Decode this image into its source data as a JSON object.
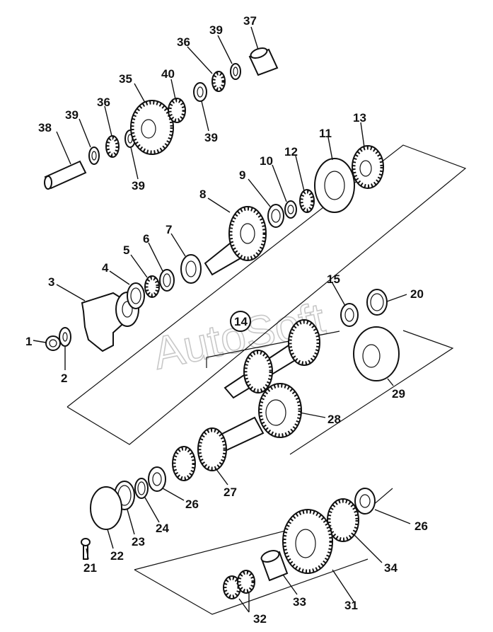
{
  "watermark": "AutoSoft",
  "callouts": [
    {
      "id": "c1",
      "text": "1"
    },
    {
      "id": "c2",
      "text": "2"
    },
    {
      "id": "c3",
      "text": "3"
    },
    {
      "id": "c4",
      "text": "4"
    },
    {
      "id": "c5",
      "text": "5"
    },
    {
      "id": "c6",
      "text": "6"
    },
    {
      "id": "c7",
      "text": "7"
    },
    {
      "id": "c8",
      "text": "8"
    },
    {
      "id": "c9",
      "text": "9"
    },
    {
      "id": "c10",
      "text": "10"
    },
    {
      "id": "c11",
      "text": "11"
    },
    {
      "id": "c12",
      "text": "12"
    },
    {
      "id": "c13",
      "text": "13"
    },
    {
      "id": "c14",
      "text": "14"
    },
    {
      "id": "c15",
      "text": "15"
    },
    {
      "id": "c20",
      "text": "20"
    },
    {
      "id": "c21",
      "text": "21"
    },
    {
      "id": "c22",
      "text": "22"
    },
    {
      "id": "c23",
      "text": "23"
    },
    {
      "id": "c24",
      "text": "24"
    },
    {
      "id": "c26a",
      "text": "26"
    },
    {
      "id": "c26b",
      "text": "26"
    },
    {
      "id": "c27",
      "text": "27"
    },
    {
      "id": "c28",
      "text": "28"
    },
    {
      "id": "c29",
      "text": "29"
    },
    {
      "id": "c31",
      "text": "31"
    },
    {
      "id": "c32",
      "text": "32"
    },
    {
      "id": "c33",
      "text": "33"
    },
    {
      "id": "c34",
      "text": "34"
    },
    {
      "id": "c35",
      "text": "35"
    },
    {
      "id": "c36a",
      "text": "36"
    },
    {
      "id": "c36b",
      "text": "36"
    },
    {
      "id": "c37",
      "text": "37"
    },
    {
      "id": "c38",
      "text": "38"
    },
    {
      "id": "c39a",
      "text": "39"
    },
    {
      "id": "c39b",
      "text": "39"
    },
    {
      "id": "c39c",
      "text": "39"
    },
    {
      "id": "c39d",
      "text": "39"
    },
    {
      "id": "c40",
      "text": "40"
    }
  ]
}
